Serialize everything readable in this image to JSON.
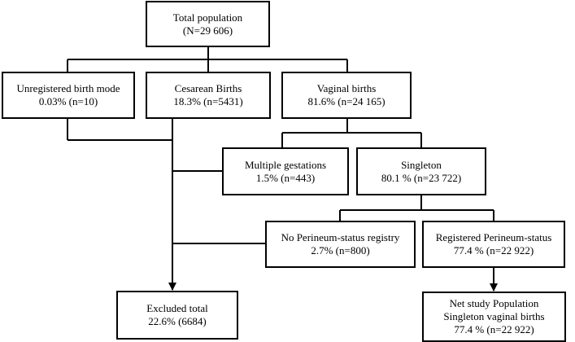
{
  "boxes": {
    "total": {
      "line1": "Total population",
      "line2": "(N=29 606)"
    },
    "unreg": {
      "line1": "Unregistered birth mode",
      "line2": "0.03% (n=10)"
    },
    "cesarean": {
      "line1": "Cesarean Births",
      "line2": "18.3% (n=5431)"
    },
    "vaginal": {
      "line1": "Vaginal births",
      "line2": "81.6% (n=24 165)"
    },
    "multiple": {
      "line1": "Multiple gestations",
      "line2": "1.5% (n=443)"
    },
    "singleton": {
      "line1": "Singleton",
      "line2": "80.1 % (n=23 722)"
    },
    "noperi": {
      "line1": "No Perineum-status registry",
      "line2": "2.7% (n=800)"
    },
    "regperi": {
      "line1": "Registered Perineum-status",
      "line2": "77.4 % (n=22 922)"
    },
    "excluded": {
      "line1": "Excluded total",
      "line2": "22.6% (6684)"
    },
    "net": {
      "line1": "Net study Population",
      "line2": "Singleton vaginal births",
      "line3": "77.4 % (n=22 922)"
    }
  }
}
